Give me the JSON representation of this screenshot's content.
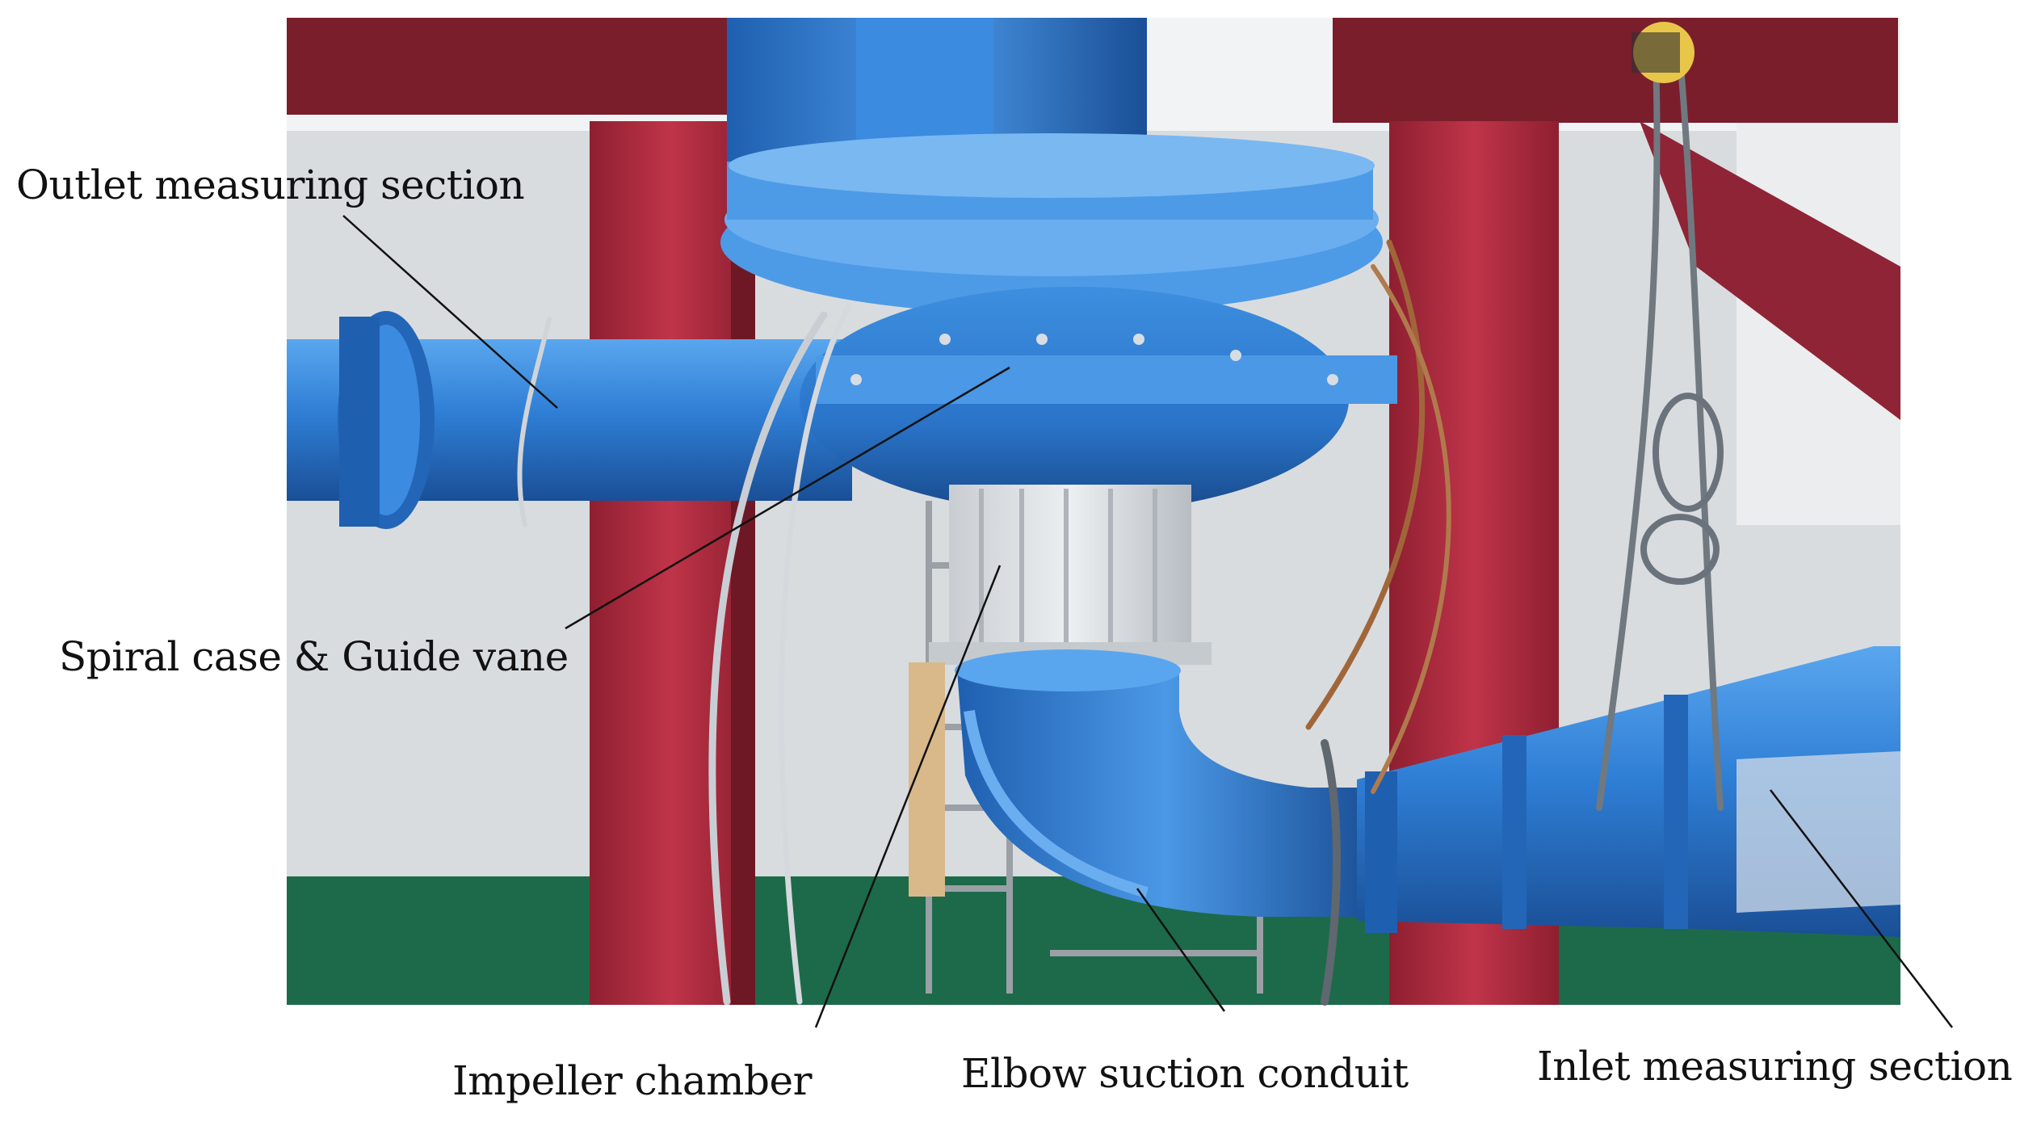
{
  "labels": {
    "outlet": "Outlet measuring section",
    "spiral": "Spiral case & Guide vane",
    "impeller": "Impeller chamber",
    "elbow": "Elbow suction conduit",
    "inlet": "Inlet measuring section"
  },
  "colors": {
    "pipe_blue": "#2f7fd6",
    "pipe_blue_dark": "#1f5fb0",
    "frame_red": "#b02a3c",
    "floor_green": "#1d6a4a",
    "background_white": "#ffffff"
  }
}
